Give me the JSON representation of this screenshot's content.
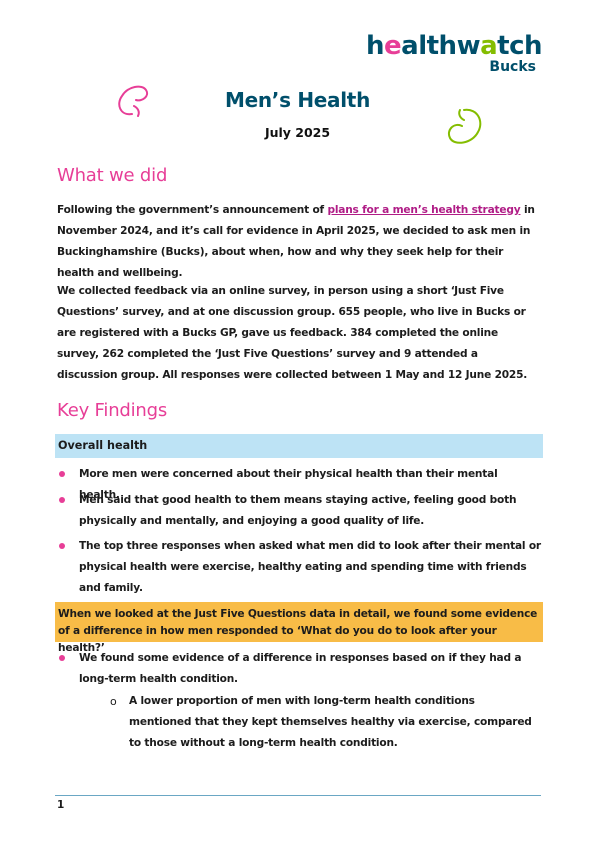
{
  "logo": {
    "main_prefix": "h",
    "main_pink": "e",
    "main_mid": "althw",
    "main_green": "a",
    "main_suffix": "tch",
    "sub": "Bucks"
  },
  "header": {
    "title": "Men’s Health",
    "date": "July 2025"
  },
  "what_we_did": {
    "heading": "What we did",
    "p1_before": "Following the government’s announcement of ",
    "p1_link": "plans for a men’s health strategy",
    "p1_after": " in November 2024, and it’s call for evidence in April 2025, we decided to ask men in Buckinghamshire (Bucks), about when, how and why they seek help for their health and wellbeing.",
    "p2": "We collected feedback via an online survey, in person using a short ‘Just Five Questions’ survey, and at one discussion group. 655 people, who live in Bucks or are registered with a Bucks GP, gave us feedback. 384 completed the online survey, 262 completed the ‘Just Five Questions’ survey and 9 attended a discussion group. All responses were collected between 1 May and 12 June 2025."
  },
  "key_findings": {
    "heading": "Key Findings",
    "overall_label": "Overall health",
    "bullets": [
      "More men were concerned about their physical health than their mental health.",
      "Men said that good health to them means staying active, feeling good both physically and mentally, and enjoying a good quality of life.",
      "The top three responses when asked what men did to look after their mental or physical health were exercise, healthy eating and spending time with friends and family."
    ],
    "callout": "When we looked at the Just Five Questions data in detail, we found some evidence of a difference in how men responded to ‘What do you do to look after your health?’",
    "bullet_4": "We found some evidence of a difference in responses based on if they had a long-term health condition.",
    "sub_marker": "o",
    "sub_bullet": "A lower proportion of men with long-term health conditions mentioned that they kept themselves healthy via exercise, compared to those without a long-term health condition."
  },
  "footer": {
    "page_number": "1"
  },
  "colors": {
    "pink": "#e73e97",
    "navy": "#004f6b",
    "green": "#84bd00",
    "light_blue": "#bde3f5",
    "amber": "#f8bc47"
  }
}
